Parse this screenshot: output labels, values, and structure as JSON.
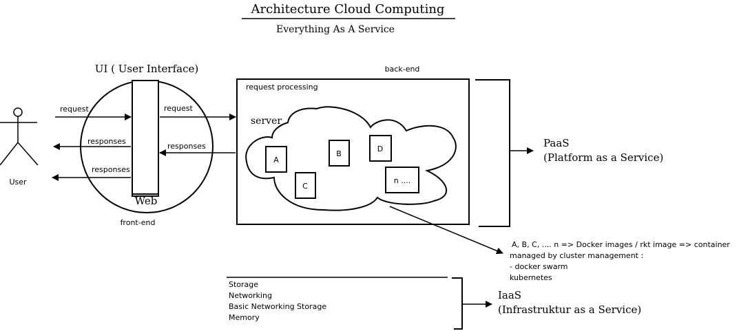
{
  "title": "Architecture Cloud Computing",
  "subtitle": "Everything As A Service",
  "user": {
    "label": "User"
  },
  "ui": {
    "label": "UI ( User Interface)",
    "web_label": "Web",
    "front_end_label": "front-end",
    "request_in": "request",
    "responses_1": "responses",
    "responses_2": "responses"
  },
  "backend": {
    "label": "back-end",
    "request_processing": "request processing",
    "request_label": "request",
    "responses_label": "responses",
    "server_label": "server",
    "containers": [
      "A",
      "B",
      "C",
      "D",
      "n ...."
    ]
  },
  "paas": {
    "line1": "PaaS",
    "line2": "(Platform as a Service)"
  },
  "note": {
    "line1": "A, B, C, .... n => Docker images / rkt image => container",
    "line2": "managed by cluster management :",
    "line3": "- docker swarm",
    "line4": "kubernetes"
  },
  "iaas": {
    "items": [
      "Storage",
      "Networking",
      "Basic Networking Storage",
      "Memory"
    ],
    "line1": "IaaS",
    "line2": "(Infrastruktur as a Service)"
  }
}
